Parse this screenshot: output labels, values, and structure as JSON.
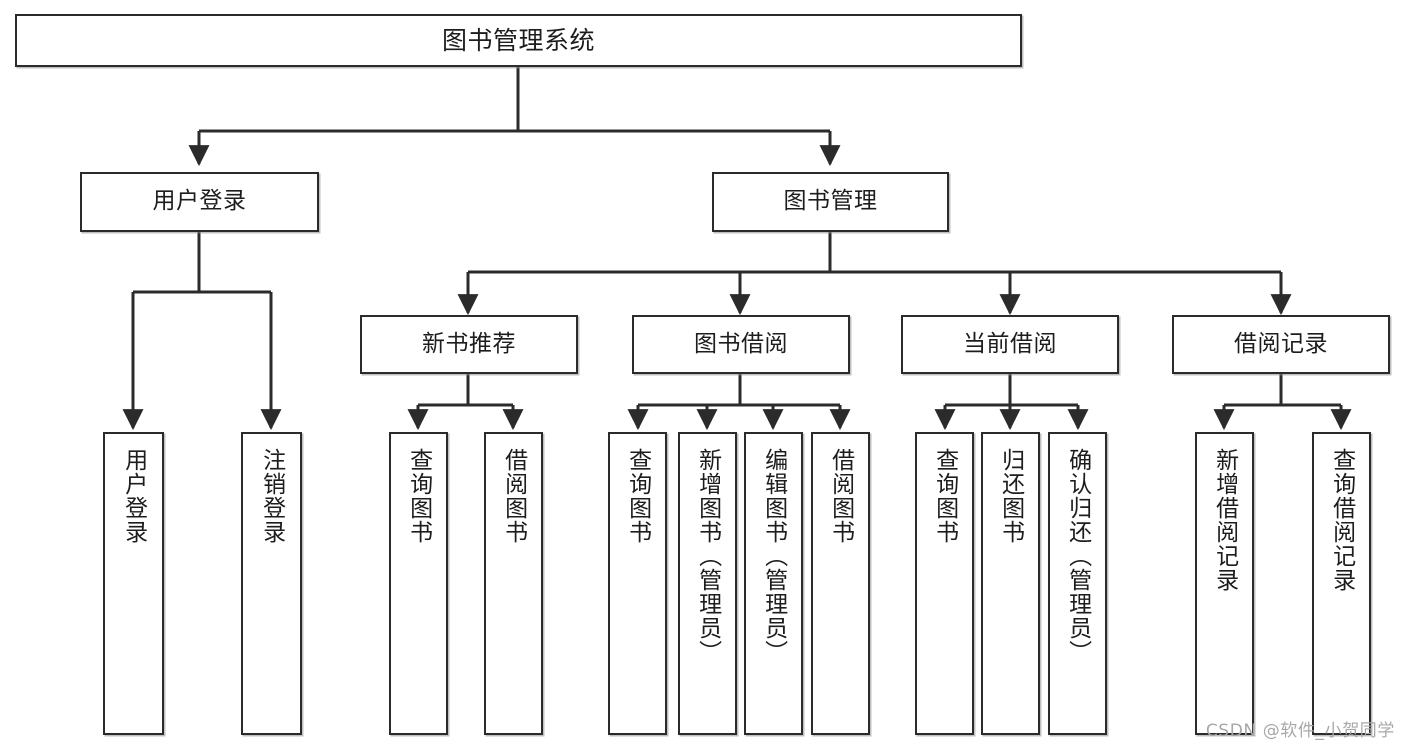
{
  "diagram": {
    "type": "tree",
    "title": "图书管理系统",
    "orientation": "top-down",
    "colors": {
      "node_border": "#2b2b2b",
      "node_fill": "#ffffff",
      "edge": "#2b2b2b",
      "background": "#ffffff",
      "watermark": "#a8a8a8"
    },
    "root": {
      "label": "图书管理系统"
    },
    "level1": [
      {
        "label": "用户登录"
      },
      {
        "label": "图书管理"
      }
    ],
    "level2": [
      {
        "label": "新书推荐"
      },
      {
        "label": "图书借阅"
      },
      {
        "label": "当前借阅"
      },
      {
        "label": "借阅记录"
      }
    ],
    "leaves": {
      "user_login": [
        {
          "label": "用户登录"
        },
        {
          "label": "注销登录"
        }
      ],
      "new_book_recommend": [
        {
          "label": "查询图书"
        },
        {
          "label": "借阅图书"
        }
      ],
      "book_borrow": [
        {
          "label": "查询图书"
        },
        {
          "label": "新增图书（管理员）"
        },
        {
          "label": "编辑图书（管理员）"
        },
        {
          "label": "借阅图书"
        }
      ],
      "current_borrow": [
        {
          "label": "查询图书"
        },
        {
          "label": "归还图书"
        },
        {
          "label": "确认归还（管理员）"
        }
      ],
      "borrow_record": [
        {
          "label": "新增借阅记录"
        },
        {
          "label": "查询借阅记录"
        }
      ]
    }
  },
  "watermark": {
    "text": "CSDN @软件_小贺同学"
  }
}
